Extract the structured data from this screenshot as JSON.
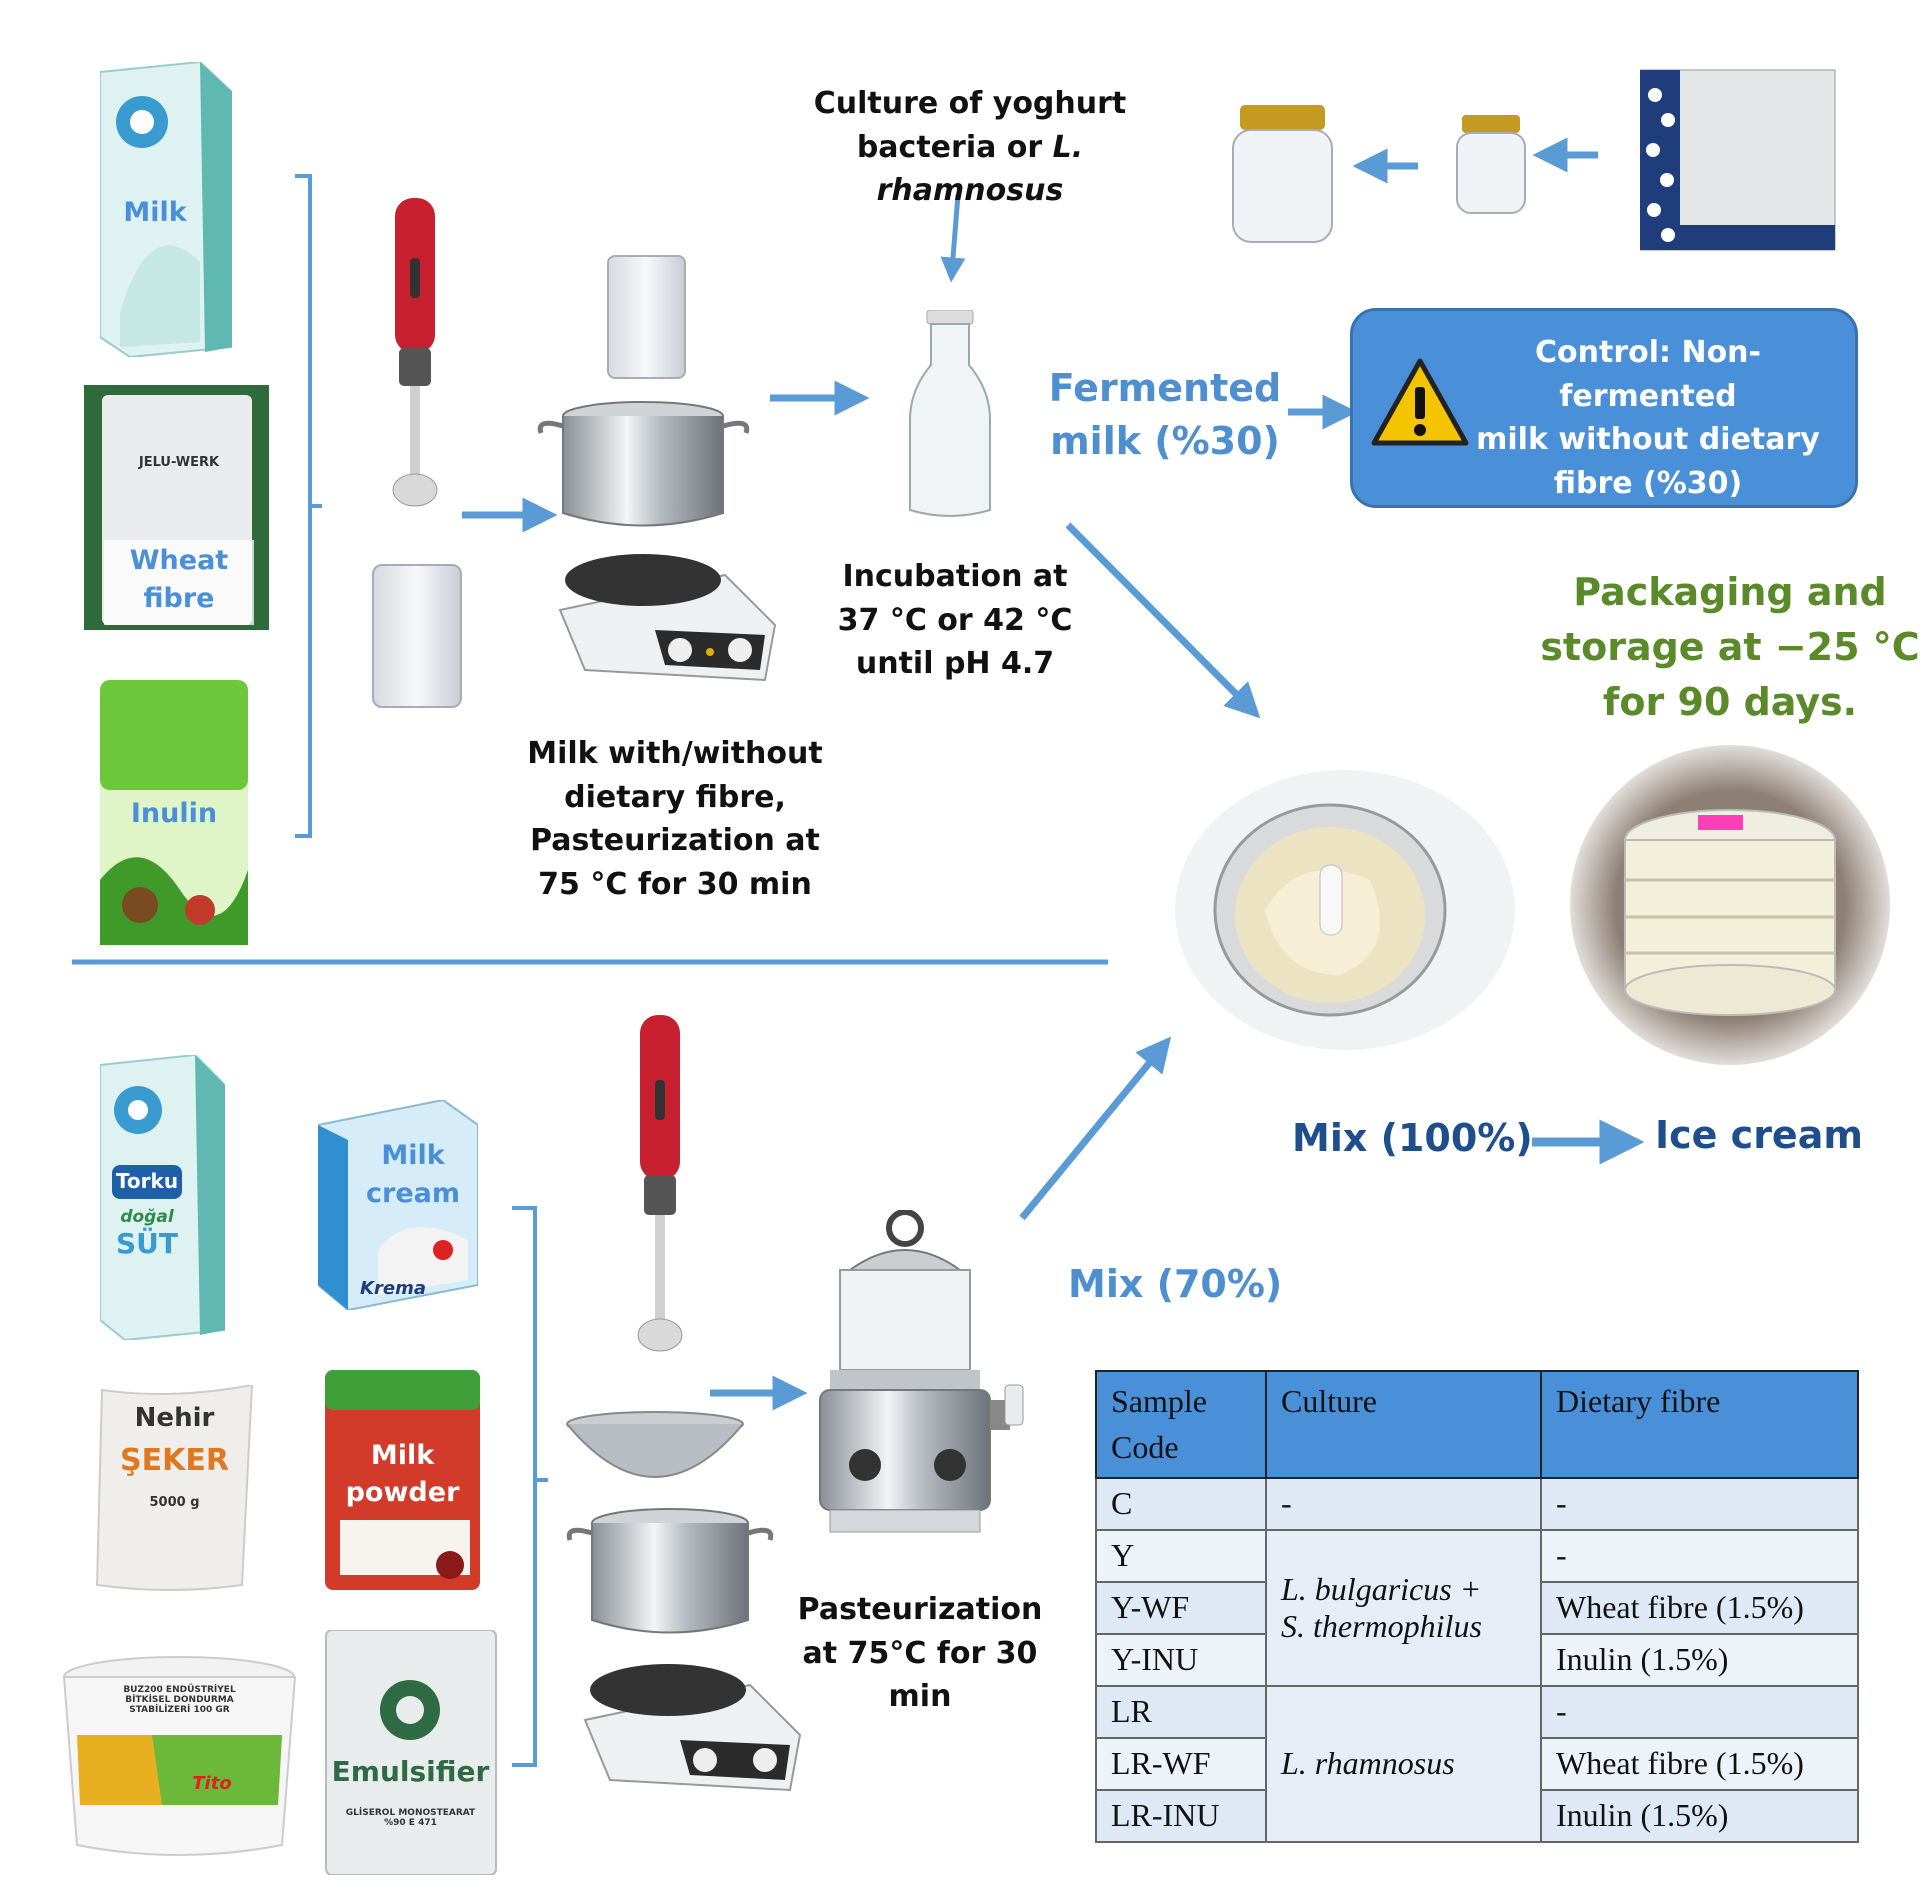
{
  "colors": {
    "accent_blue": "#4a90d9",
    "arrow_blue": "#5b9bd5",
    "dark_blue_text": "#1f4e8c",
    "green_text": "#5a8a2a",
    "warning_yellow": "#f5c400"
  },
  "ingredients_top": {
    "milk": "Milk",
    "wheat_fibre_line1": "Wheat",
    "wheat_fibre_line2": "fibre",
    "inulin": "Inulin",
    "wheat_bag_brand": "JELU-WERK"
  },
  "culture_label": {
    "line1": "Culture of yoghurt",
    "line2_prefix": "bacteria or ",
    "line2_italic": "L. rhamnosus"
  },
  "incubation_label": {
    "line1": "Incubation at",
    "line2": "37 °C or 42 °C",
    "line3": "until pH 4.7"
  },
  "pasteurization_top_label": {
    "line1": "Milk with/without",
    "line2": "dietary fibre,",
    "line3": "Pasteurization at",
    "line4": "75 °C for 30 min"
  },
  "fermented_label": {
    "line1": "Fermented",
    "line2": "milk (%30)"
  },
  "control_box": {
    "line1": "Control: Non-fermented",
    "line2": "milk without dietary",
    "line3": "fibre (%30)",
    "icon": "warning-triangle-icon"
  },
  "packaging_label": {
    "line1": "Packaging and",
    "line2": "storage at −25 °C",
    "line3": "for 90 days."
  },
  "mix_100": "Mix (100%)",
  "ice_cream": "Ice cream",
  "mix_70": "Mix (70%)",
  "pasteurization_bottom_label": {
    "line1": "Pasteurization",
    "line2": "at 75°C for 30 min"
  },
  "ingredients_bottom": {
    "torku": "Torku",
    "dogal": "doğal",
    "sut": "SÜT",
    "milk_cream_line1": "Milk",
    "milk_cream_line2": "cream",
    "krema": "Krema",
    "nehir": "Nehir",
    "seker": "ŞEKER",
    "seker_weight": "5000 g",
    "milk_powder_line1": "Milk",
    "milk_powder_line2": "powder",
    "stabilizer_text": "BUZ200 ENDÜSTRİYEL BİTKİSEL DONDURMA STABİLİZERİ 100 GR",
    "tito": "Tito",
    "emulsifier": "Emulsifier",
    "emulsifier_sub": "GLİSEROL MONOSTEARAT %90 E 471"
  },
  "table": {
    "headers": {
      "code_line1": "Sample",
      "code_line2": "Code",
      "culture": "Culture",
      "fibre": "Dietary  fibre"
    },
    "rows": [
      {
        "code": "C",
        "culture": "-",
        "fibre": "-"
      },
      {
        "code": "Y",
        "fibre": "-"
      },
      {
        "code": "Y-WF",
        "fibre": "Wheat fibre (1.5%)"
      },
      {
        "code": "Y-INU",
        "fibre": "Inulin  (1.5%)"
      },
      {
        "code": "LR",
        "fibre": "-"
      },
      {
        "code": "LR-WF",
        "fibre": "Wheat fibre (1.5%)"
      },
      {
        "code": "LR-INU",
        "fibre": "Inulin  (1.5%)"
      }
    ],
    "yoghurt_culture_line1": "L. bulgaricus +",
    "yoghurt_culture_line2": "S. thermophilus",
    "lr_culture": "L. rhamnosus"
  }
}
